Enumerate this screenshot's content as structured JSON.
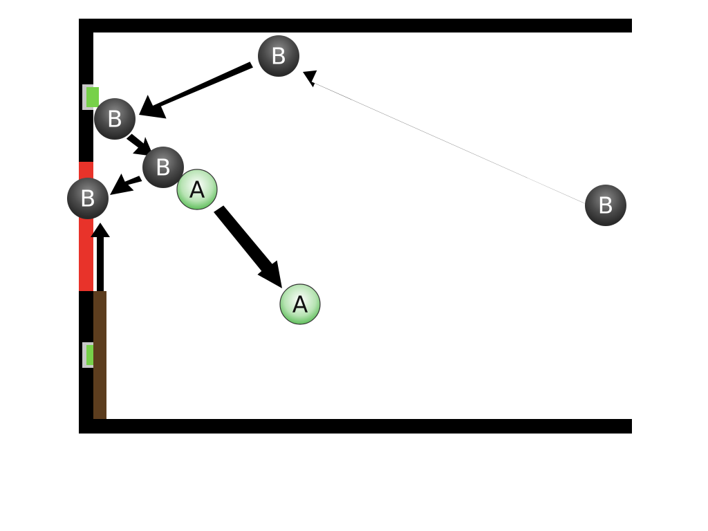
{
  "colors": {
    "wall": "#000000",
    "goal": "#e8332a",
    "paddle": "#5c3d1e",
    "bumper": "#77d14a",
    "bumper_bracket": "#c8c8c8",
    "ball_b": "#444444",
    "ball_a": "#5fbe5b",
    "arrow": "#000000"
  },
  "balls": [
    {
      "id": "b-top",
      "label": "B",
      "team": "B"
    },
    {
      "id": "b-right",
      "label": "B",
      "team": "B"
    },
    {
      "id": "b-upper-left",
      "label": "B",
      "team": "B"
    },
    {
      "id": "b-middle",
      "label": "B",
      "team": "B"
    },
    {
      "id": "b-at-goal",
      "label": "B",
      "team": "B"
    },
    {
      "id": "a-upper",
      "label": "A",
      "team": "A"
    },
    {
      "id": "a-lower",
      "label": "A",
      "team": "A"
    }
  ],
  "moves": [
    {
      "from": "b-right",
      "to": "b-top"
    },
    {
      "from": "b-top",
      "to": "b-upper-left"
    },
    {
      "from": "b-upper-left",
      "to": "b-middle"
    },
    {
      "from": "b-middle",
      "to": "b-at-goal"
    },
    {
      "from": "paddle",
      "to": "b-at-goal"
    },
    {
      "from": "a-upper",
      "to": "a-lower"
    }
  ]
}
